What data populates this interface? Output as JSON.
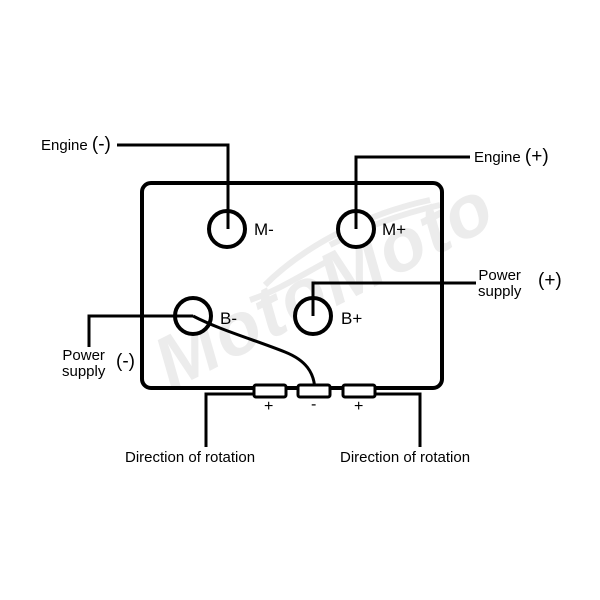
{
  "watermark": {
    "text": "MotoMoto"
  },
  "labels": {
    "engine_neg": {
      "text": "Engine",
      "sign": "(-)"
    },
    "engine_pos": {
      "text": "Engine",
      "sign": "(+)"
    },
    "power_pos": {
      "line1": "Power",
      "line2": "supply",
      "sign": "(+)"
    },
    "power_neg": {
      "line1": "Power",
      "line2": "supply",
      "sign": "(-)"
    },
    "rotation_left": "Direction of rotation",
    "rotation_right": "Direction of rotation"
  },
  "terminals": {
    "m_neg": "M-",
    "m_pos": "M+",
    "b_neg": "B-",
    "b_pos": "B+"
  },
  "connector_signs": {
    "left": "+",
    "middle": "-",
    "right": "+"
  }
}
